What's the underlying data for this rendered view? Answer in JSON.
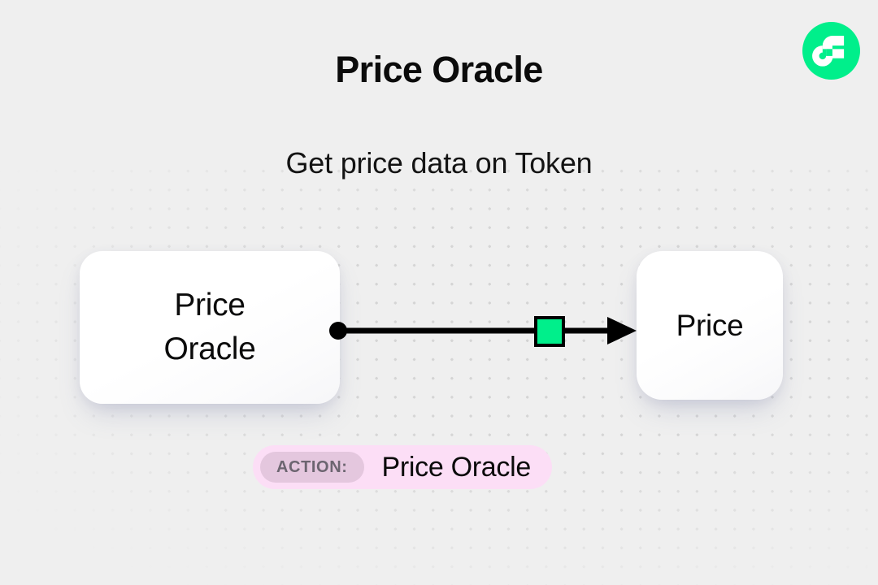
{
  "header": {
    "title": "Price Oracle",
    "subtitle": "Get price data on Token",
    "logo_icon": "flow-logo-icon"
  },
  "diagram": {
    "source_node": {
      "label": "Price\nOracle",
      "label_line1": "Price",
      "label_line2": "Oracle"
    },
    "target_node": {
      "label": "Price"
    },
    "connector": {
      "start_icon": "connector-dot-icon",
      "marker_icon": "green-square-marker-icon",
      "end_icon": "arrow-head-icon"
    }
  },
  "action": {
    "tag_label": "ACTION:",
    "value": "Price Oracle"
  },
  "colors": {
    "background": "#efefef",
    "brand_green": "#00ef8b",
    "card": "#ffffff",
    "connector": "#000000",
    "pill_background": "#fcdef6",
    "pill_tag_background": "#e4c7de",
    "pill_tag_text": "#6c6570",
    "dot_grid": "#cfcfcf"
  }
}
